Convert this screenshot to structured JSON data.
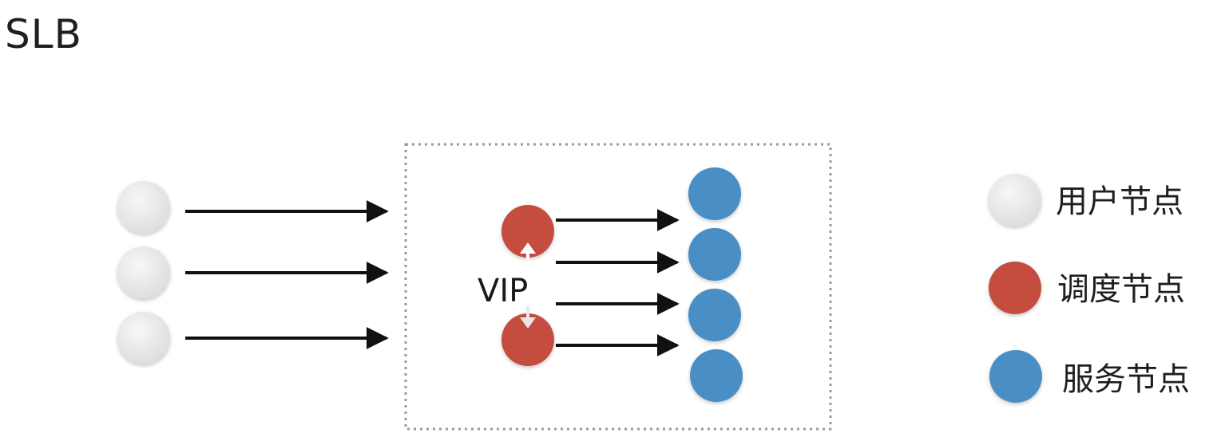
{
  "title": "SLB",
  "vip_label": "VIP",
  "legend": [
    {
      "key": "user",
      "label": "用户节点",
      "icon": "gray-circle-icon"
    },
    {
      "key": "scheduler",
      "label": "调度节点",
      "icon": "red-circle-icon"
    },
    {
      "key": "service",
      "label": "服务节点",
      "icon": "blue-circle-icon"
    }
  ],
  "colors": {
    "user_node": "#e4e4e4",
    "scheduler_node": "#c44e3f",
    "service_node": "#4a8ec4",
    "arrow": "#111111",
    "boundary": "#9a9a9a"
  }
}
